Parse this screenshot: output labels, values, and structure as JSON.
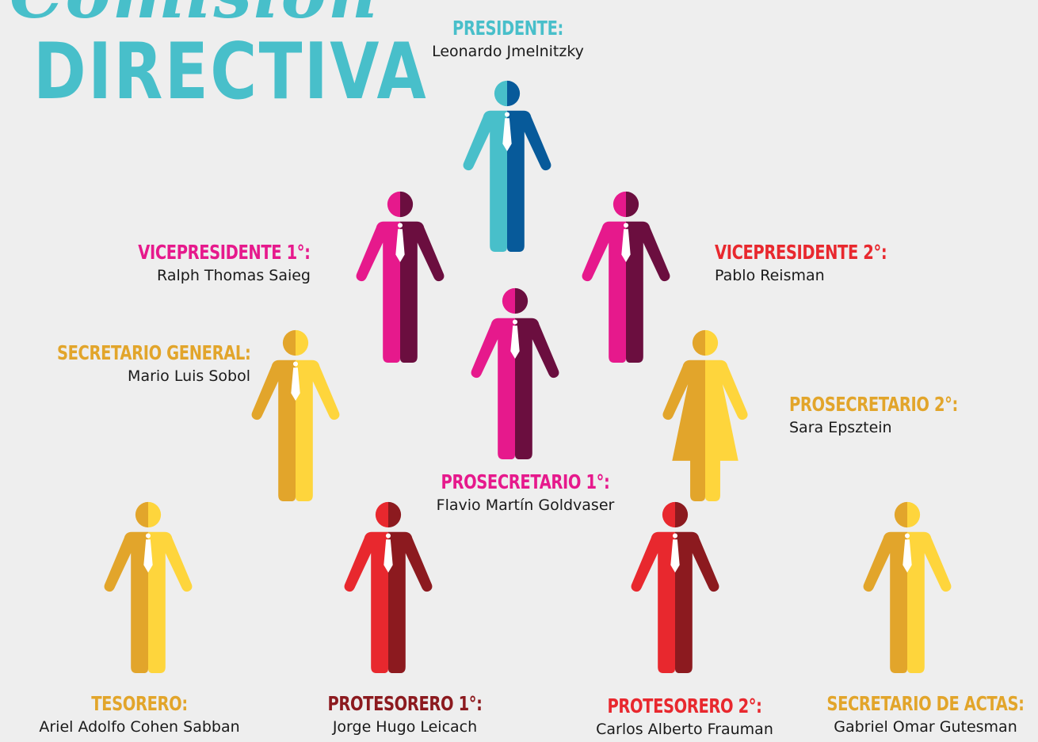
{
  "title": {
    "script": "Comisión",
    "main": "DIRECTIVA"
  },
  "colors": {
    "title": "#48bfca",
    "blue_light": "#48bfca",
    "blue_dark": "#075a9a",
    "magenta_light": "#e6198c",
    "magenta_dark": "#6b0e3f",
    "yellow_light": "#e2a52b",
    "yellow_dark": "#fed53c",
    "red_light": "#e8282e",
    "red_dark": "#8c1a1f",
    "tie": "#ffffff"
  },
  "members": [
    {
      "role": "PRESIDENTE:",
      "name": "Leonardo Jmelnitzky",
      "role_color": "#48bfca",
      "icon": "man-icon"
    },
    {
      "role": "VICEPRESIDENTE 1°:",
      "name": "Ralph Thomas Saieg",
      "role_color": "#e6198c",
      "icon": "man-icon"
    },
    {
      "role": "VICEPRESIDENTE 2°:",
      "name": "Pablo Reisman",
      "role_color": "#e8282e",
      "icon": "man-icon"
    },
    {
      "role": "SECRETARIO GENERAL:",
      "name": "Mario Luis Sobol",
      "role_color": "#e2a52b",
      "icon": "man-icon"
    },
    {
      "role": "PROSECRETARIO 1°:",
      "name": "Flavio Martín Goldvaser",
      "role_color": "#e6198c",
      "icon": "man-icon"
    },
    {
      "role": "PROSECRETARIO 2°:",
      "name": "Sara Epsztein",
      "role_color": "#e2a52b",
      "icon": "woman-icon"
    },
    {
      "role": "TESORERO:",
      "name": "Ariel Adolfo Cohen Sabban",
      "role_color": "#e2a52b",
      "icon": "man-icon"
    },
    {
      "role": "PROTESORERO 1°:",
      "name": "Jorge Hugo Leicach",
      "role_color": "#8c1a1f",
      "icon": "man-icon"
    },
    {
      "role": "PROTESORERO 2°:",
      "name": "Carlos Alberto Frauman",
      "role_color": "#e8282e",
      "icon": "man-icon"
    },
    {
      "role": "SECRETARIO DE ACTAS:",
      "name": "Gabriel Omar Gutesman",
      "role_color": "#e2a52b",
      "icon": "man-icon"
    }
  ]
}
